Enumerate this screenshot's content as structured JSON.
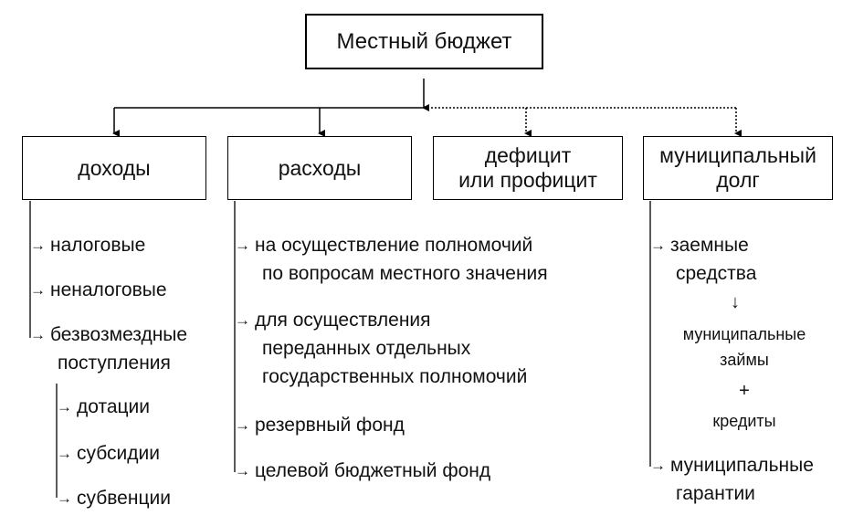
{
  "root": {
    "label": "Местный бюджет"
  },
  "categories": [
    {
      "lines": [
        "доходы"
      ]
    },
    {
      "lines": [
        "расходы"
      ]
    },
    {
      "lines": [
        "дефицит",
        "или профицит"
      ]
    },
    {
      "lines": [
        "муниципальный",
        "долг"
      ]
    }
  ],
  "income": {
    "items": [
      [
        "налоговые"
      ],
      [
        "неналоговые"
      ],
      [
        "безвозмездные",
        "поступления"
      ]
    ],
    "subitems": [
      "дотации",
      "субсидии",
      "субвенции"
    ]
  },
  "expenses": {
    "items": [
      [
        "на осуществление полномочий",
        "по вопросам местного значения"
      ],
      [
        "для осуществления",
        "переданных отдельных",
        "государственных полномочий"
      ],
      [
        "резервный фонд"
      ],
      [
        "целевой бюджетный фонд"
      ]
    ]
  },
  "debt": {
    "borrowed": [
      "заемные",
      "средства"
    ],
    "loans": [
      "муниципальные",
      "займы"
    ],
    "plus": "+",
    "credits": "кредиты",
    "guarantees": [
      "муниципальные",
      "гарантии"
    ]
  },
  "arrow_glyph": "→",
  "down_arrow_glyph": "↓"
}
